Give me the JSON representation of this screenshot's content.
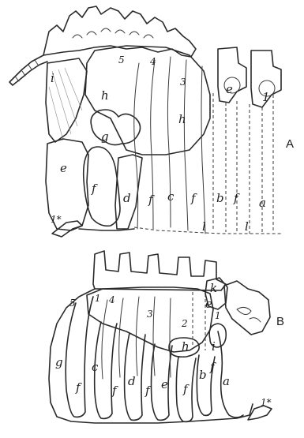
{
  "figures": [
    {
      "id": "A",
      "label": "A",
      "annotations": [
        "5",
        "4",
        "3",
        "e",
        "1",
        "i",
        "h",
        "h",
        "g",
        "e",
        "f",
        "d",
        "f",
        "c",
        "f",
        "b",
        "f",
        "a",
        "1*",
        "l",
        "l"
      ]
    },
    {
      "id": "B",
      "label": "B",
      "annotations": [
        "5",
        "1",
        "4",
        "3",
        "2",
        "k",
        "1",
        "e",
        "h",
        "i",
        "g",
        "c",
        "d",
        "e",
        "b",
        "f",
        "a",
        "f",
        "f",
        "f",
        "f",
        "1*"
      ]
    }
  ]
}
